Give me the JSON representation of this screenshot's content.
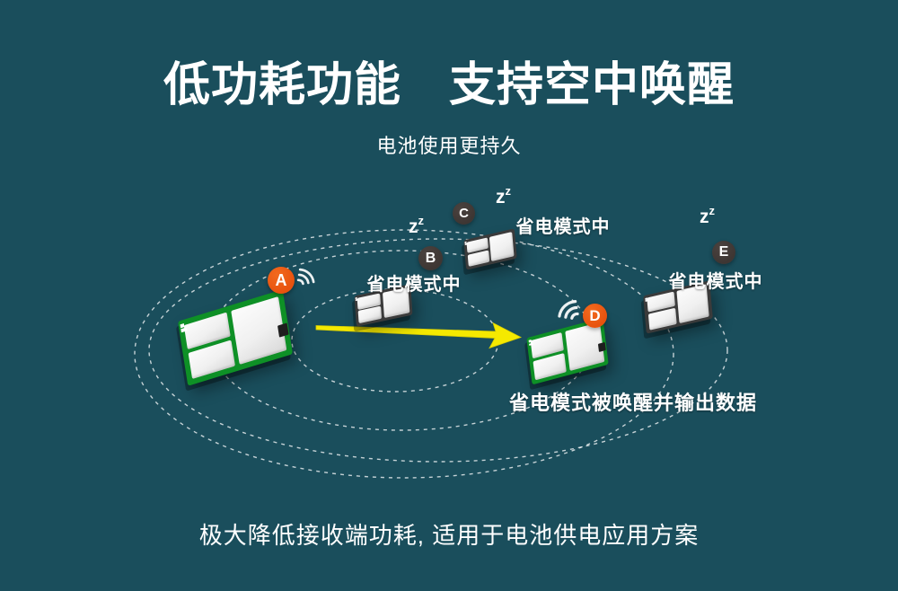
{
  "page": {
    "title": "低功耗功能　支持空中唤醒",
    "subtitle": "电池使用更持久",
    "footer": "极大降低接收端功耗, 适用于电池供电应用方案"
  },
  "colors": {
    "background": "#1A4E5C",
    "text": "#FFFFFF",
    "badge_active": "#E8520E",
    "badge_sleep": "#3E3633",
    "pcb_green": "#0E9026",
    "pcb_dark": "#3B3B3B",
    "shield_white": "#F4F4F4",
    "arrow_yellow": "#F5E900",
    "ring_dash_white": "#FFFFFF"
  },
  "icons": {
    "sleep_z_big": "z",
    "sleep_z_small": "z",
    "wifi_icon": "wifi-signal-arcs"
  },
  "nodes": [
    {
      "id": "A",
      "badge": "A",
      "role": "transmitter-awake",
      "state_label": ""
    },
    {
      "id": "B",
      "badge": "B",
      "role": "receiver-sleeping",
      "state_label": "省电模式中"
    },
    {
      "id": "C",
      "badge": "C",
      "role": "receiver-sleeping",
      "state_label": "省电模式中"
    },
    {
      "id": "D",
      "badge": "D",
      "role": "receiver-woken",
      "state_label": "省电模式被唤醒并输出数据"
    },
    {
      "id": "E",
      "badge": "E",
      "role": "receiver-sleeping",
      "state_label": "省电模式中"
    }
  ]
}
